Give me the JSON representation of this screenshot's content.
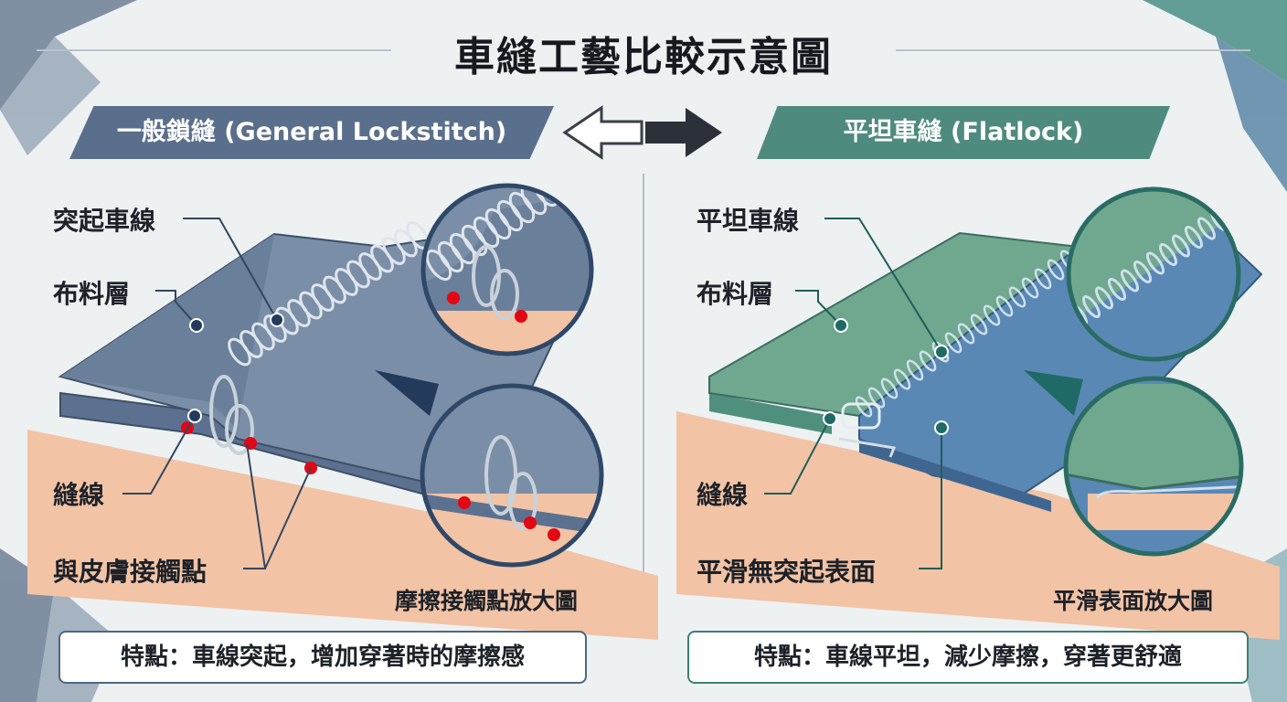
{
  "title": "車縫工藝比較示意圖",
  "left": {
    "banner": "一般鎖縫 (General Lockstitch)",
    "labels": {
      "raised_thread": "突起車線",
      "fabric_layer": "布料層",
      "stitch_thread": "縫線",
      "skin_contact": "與皮膚接觸點"
    },
    "magnifier_caption": "摩擦接觸點放大圖",
    "feature": "特點：車線突起，增加穿著時的摩擦感"
  },
  "right": {
    "banner": "平坦車縫 (Flatlock)",
    "labels": {
      "flat_thread": "平坦車線",
      "fabric_layer": "布料層",
      "stitch_thread": "縫線",
      "smooth_surface": "平滑無突起表面"
    },
    "magnifier_caption": "平滑表面放大圖",
    "feature": "特點：車線平坦，減少摩擦，穿著更舒適"
  },
  "colors": {
    "lockstitch": "#5a6f8b",
    "flatlock_green": "#4e8b7e",
    "flatlock_blue": "#5a88b5",
    "contact_point": "#e30613",
    "skin": "#f0b898"
  }
}
